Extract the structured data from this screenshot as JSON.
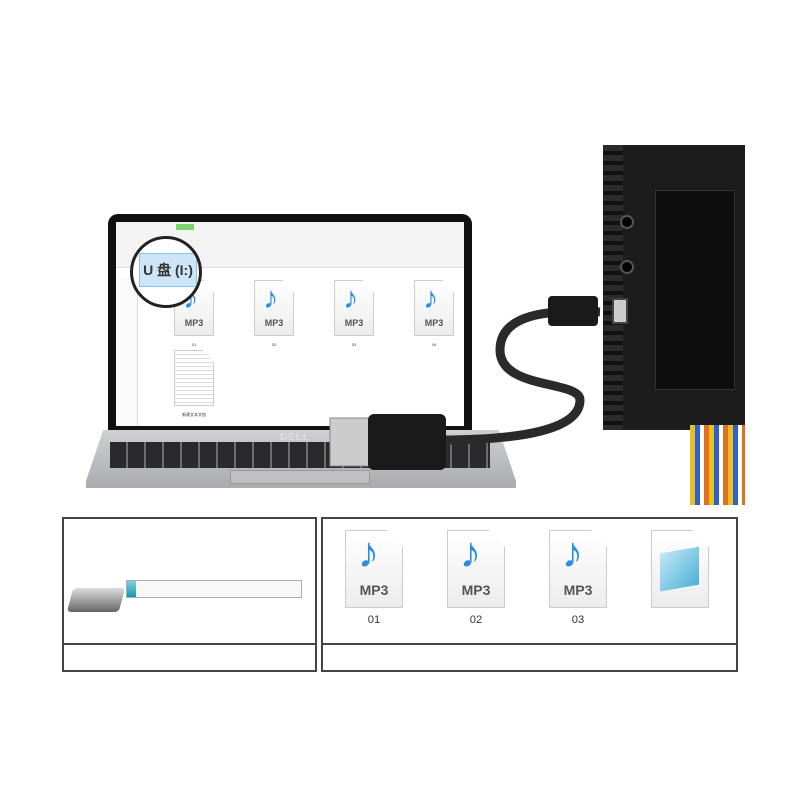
{
  "laptop": {
    "brand": "DELL",
    "drive_label": "U 盘 (I:)",
    "files": [
      {
        "type": "mp3",
        "label": "01"
      },
      {
        "type": "mp3",
        "label": "02"
      },
      {
        "type": "mp3",
        "label": "03"
      },
      {
        "type": "mp3",
        "label": "04"
      },
      {
        "type": "txt",
        "label": "新建文本文档"
      }
    ]
  },
  "bottom": {
    "copy_progress": 0.05,
    "files": [
      {
        "type": "mp3",
        "label": "01"
      },
      {
        "type": "mp3",
        "label": "02"
      },
      {
        "type": "mp3",
        "label": "03"
      },
      {
        "type": "notepad",
        "label": ""
      }
    ]
  },
  "icons": {
    "mp3_text": "MP3",
    "note_glyph": "♪"
  },
  "colors": {
    "note": "#2a8fe0",
    "progress": "#1b95b0",
    "device": "#1c1c1c"
  }
}
